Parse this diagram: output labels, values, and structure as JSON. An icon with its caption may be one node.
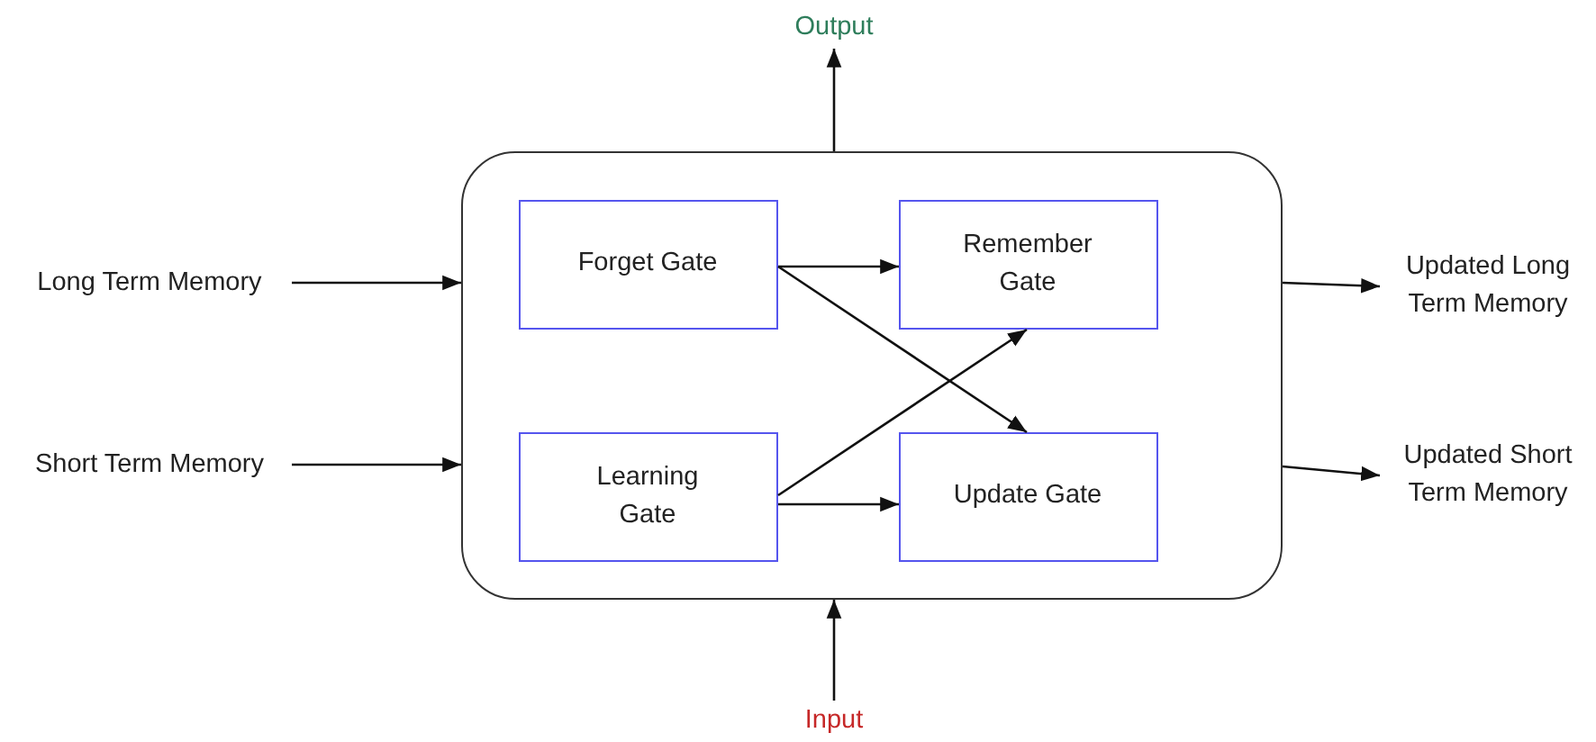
{
  "diagram": {
    "nodes": [
      {
        "text": [
          "Output"
        ]
      },
      {
        "text": [
          "Long Term Memory"
        ]
      },
      {
        "text": [
          "Short Term Memory"
        ]
      },
      {
        "text": [],
        "shape": "box"
      },
      {
        "text": [
          "Forget Gate"
        ],
        "in": 3
      },
      {
        "text": [
          "Remember Gate"
        ],
        "in": 3
      },
      {
        "text": [
          "Learning Gate"
        ],
        "in": 3
      },
      {
        "text": [
          "Update Gate"
        ],
        "in": 3
      },
      {
        "text": [
          "Updated Long Term Memory"
        ]
      },
      {
        "text": [
          "Updated Short Term Memory"
        ]
      },
      {
        "text": [
          "Input"
        ]
      }
    ],
    "edges": [
      {
        "from": 3,
        "to": 0,
        "arrow": "to"
      },
      {
        "from": 1,
        "to": 3,
        "arrow": "to"
      },
      {
        "from": 2,
        "to": 3,
        "arrow": "to"
      },
      {
        "from": 4,
        "to": 5,
        "arrow": "to"
      },
      {
        "from": 4,
        "to": 7,
        "arrow": "to"
      },
      {
        "from": 6,
        "to": 5,
        "arrow": "to"
      },
      {
        "from": 6,
        "to": 7,
        "arrow": "to"
      },
      {
        "from": 3,
        "to": 8,
        "arrow": "to"
      },
      {
        "from": 3,
        "to": 9,
        "arrow": "to"
      },
      {
        "from": 10,
        "to": 3,
        "arrow": "to"
      }
    ]
  }
}
